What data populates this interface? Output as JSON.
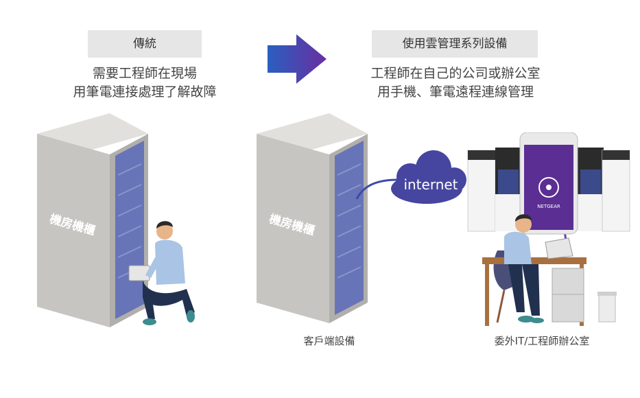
{
  "traditional": {
    "title": "傳統",
    "desc_line1": "需要工程師在現場",
    "desc_line2": "用筆電連接處理了解故障"
  },
  "cloud": {
    "title": "使用雲管理系列設備",
    "desc_line1": "工程師在自己的公司或辦公室",
    "desc_line2": "用手機、筆電遠程連線管理"
  },
  "rack_label": "機房機櫃",
  "internet_label": "internet",
  "phone_brand": "NETGEAR",
  "caption_client": "客戶端設備",
  "caption_office": "委外IT/工程師辦公室",
  "colors": {
    "arrow_start": "#2a5fc0",
    "arrow_end": "#6a2fa0",
    "cloud": "#4a4aa0",
    "rack": "#c9c7c3",
    "rack_glass": "#5b6ab8",
    "shirt": "#a9c4e4",
    "pants": "#22304f"
  }
}
